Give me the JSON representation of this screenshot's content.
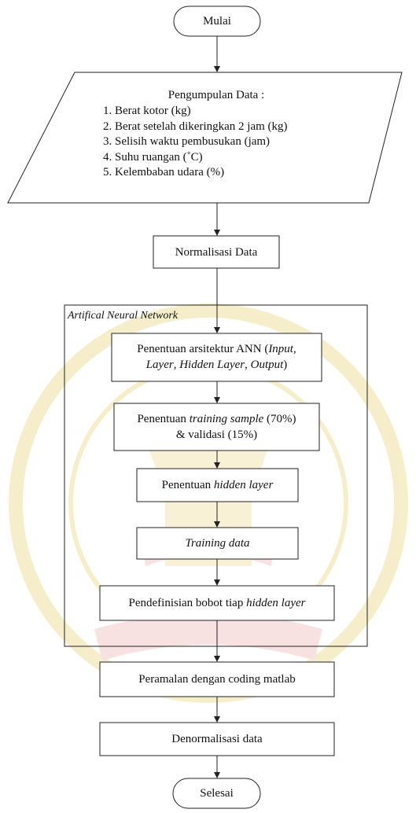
{
  "diagram": {
    "start": "Mulai",
    "data_collection": {
      "title": "Pengumpulan Data :",
      "items": [
        "1. Berat kotor (kg)",
        "2. Berat setelah dikeringkan 2 jam (kg)",
        "3. Selisih waktu pembusukan (jam)",
        "4. Suhu ruangan (˚C)",
        "5. Kelembaban udara (%)"
      ]
    },
    "normalize": "Normalisasi Data",
    "ann_group_label": "Artifical Neural Network",
    "ann_steps": {
      "architecture": {
        "prefix": "Penentuan arsitektur ANN (",
        "input": "Input",
        "sep1": ",",
        "layer": "Layer",
        "sep2": ", ",
        "hidden": "Hidden Layer",
        "sep3": ", ",
        "output": "Output",
        "suffix": ")"
      },
      "training_sample": {
        "prefix": "Penentuan ",
        "italic": "training sample",
        "suffix": " (70%)",
        "line2": "& validasi (15%)"
      },
      "hidden_layer": {
        "prefix": "Penentuan ",
        "italic": "hidden layer"
      },
      "training_data": "Training data",
      "weights": {
        "prefix": "Pendefinisian bobot tiap ",
        "italic": "hidden layer"
      }
    },
    "forecast": "Peramalan dengan coding matlab",
    "denormalize": "Denormalisasi data",
    "end": "Selesai"
  },
  "colors": {
    "line": "#222222",
    "watermark_yellow": "#efe1a0",
    "watermark_red": "#f1c9c9"
  }
}
